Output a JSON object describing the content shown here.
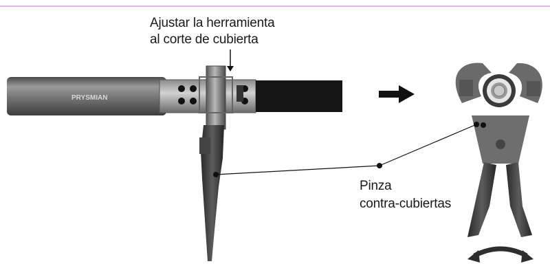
{
  "callouts": {
    "adjust_line1": "Ajustar la herramienta",
    "adjust_line2": "al corte de cubierta",
    "pinza_line1": "Pinza",
    "pinza_line2": "contra-cubiertas"
  },
  "tool": {
    "brand": "PRYSMIAN"
  },
  "colors": {
    "accent_rule": "#e9b3ef",
    "tool_body": "#6e6e6e",
    "pliers_handle": "#3a3a3a",
    "arrow": "#111111"
  }
}
